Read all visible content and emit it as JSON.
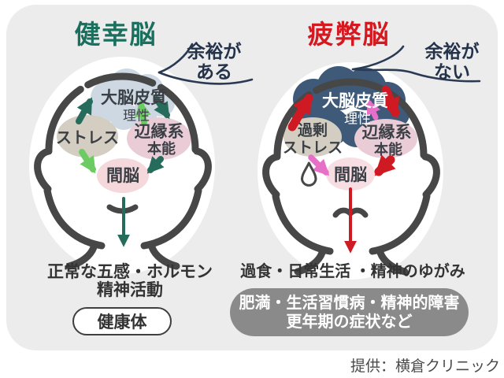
{
  "diagram": {
    "credit": "提供：横倉クリニック"
  },
  "left": {
    "title": "健幸脳",
    "note": [
      "余裕が",
      "ある"
    ],
    "brain": {
      "cortex": "大脳皮質",
      "cortex_sub": "理性",
      "stress": "ストレス",
      "limbic": "辺縁系",
      "limbic_sub": "本能",
      "diencephalon": "間脳"
    },
    "outcome": [
      "正常な五感・ホルモン",
      "精神活動"
    ],
    "badge": "健康体"
  },
  "right": {
    "title": "疲弊脳",
    "note": [
      "余裕が",
      "ない"
    ],
    "brain": {
      "cortex": "大脳皮質",
      "cortex_sub": "理性",
      "stress_line1": "過剰",
      "stress_line2": "ストレス",
      "limbic": "辺縁系",
      "limbic_sub": "本能",
      "diencephalon": "間脳"
    },
    "outcome": [
      "過食・日常生活 ・精神のゆがみ"
    ],
    "outcome_box": [
      "肥満・生活習慣病・精神的障害",
      "更年期の症状など"
    ]
  },
  "colors": {
    "card_bg": "#ececec",
    "healthy_accent": "#1b6f5f",
    "tired_accent": "#d41a20",
    "teal_arrow": "#266c5c",
    "green_arrow": "#6ccb62",
    "red_arrow": "#cf1a24",
    "pink_arrow": "#e86fc8",
    "cortex_left_fill": "#cdd8e3",
    "cortex_right_fill": "#3e5a78",
    "stress_fill": "#d3cec1",
    "limbic_fill": "#e9ccd6",
    "diencephalon_left_fill": "#f5d8db",
    "diencephalon_right_fill": "#f7dee2",
    "outcome_box_bg": "#8a8a8a",
    "head_outline": "#474747",
    "note_ink": "#25334a"
  }
}
